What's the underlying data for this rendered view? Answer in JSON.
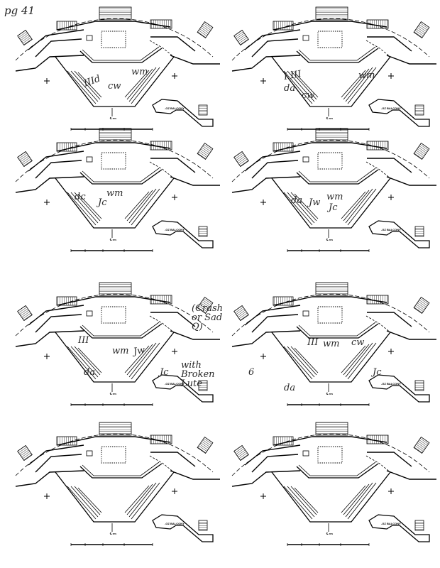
{
  "page_label": "pg 41",
  "diagram_labels": {
    "balcony": "-GZ BALCONY",
    "centerline": "℄ rm"
  },
  "panels": [
    {
      "notes": [
        "IIId",
        "cw",
        "wm"
      ]
    },
    {
      "notes": [
        "I III",
        "da",
        "cw",
        "wm"
      ]
    },
    {
      "notes": [
        "dc",
        "wm",
        "Jc"
      ]
    },
    {
      "notes": [
        "da",
        "Jw",
        "wm",
        "Jc"
      ]
    },
    {
      "notes": [
        "III",
        "wm",
        "Jw",
        "da",
        "Jc",
        "(Crash or Sad Q)",
        "with Broken Lute"
      ]
    },
    {
      "notes": [
        "6",
        "III",
        "wm",
        "cw",
        "da",
        "Jc"
      ]
    },
    {
      "notes": []
    },
    {
      "notes": []
    }
  ]
}
